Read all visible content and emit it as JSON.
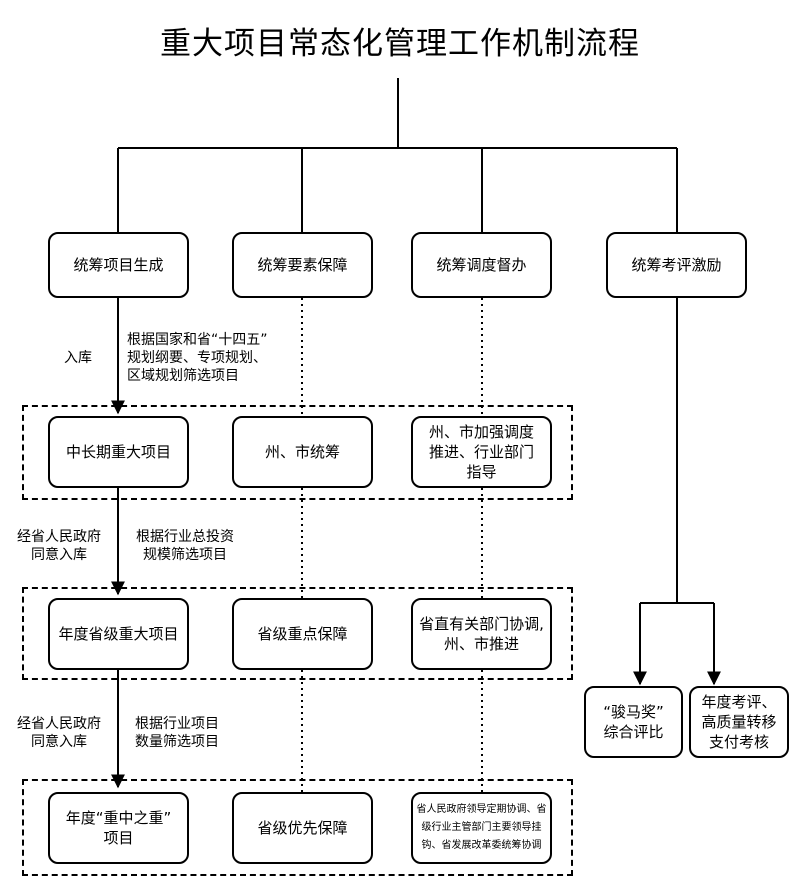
{
  "title": "重大项目常态化管理工作机制流程",
  "columns": [
    {
      "header": "统筹项目生成"
    },
    {
      "header": "统筹要素保障"
    },
    {
      "header": "统筹调度督办"
    },
    {
      "header": "统筹考评激励"
    }
  ],
  "rows": [
    [
      "中长期重大项目",
      "州、市统筹",
      "州、市加强调度\n推进、行业部门\n指导"
    ],
    [
      "年度省级重大项目",
      "省级重点保障",
      "省直有关部门协调,\n州、市推进"
    ],
    [
      "年度“重中之重”\n项目",
      "省级优先保障",
      "省人民政府领导定期协调、省\n级行业主管部门主要领导挂\n钩、省发展改革委统筹协调"
    ]
  ],
  "evaluation_outcomes": [
    "“骏马奖”\n综合评比",
    "年度考评、\n高质量转移\n支付考核"
  ],
  "transitions": [
    {
      "left": "入库",
      "right": "根据国家和省“十四五”\n规划纲要、专项规划、\n区域规划筛选项目"
    },
    {
      "left": "经省人民政府\n同意入库",
      "right": "根据行业总投资\n规模筛选项目"
    },
    {
      "left": "经省人民政府\n同意入库",
      "right": "根据行业项目\n数量筛选项目"
    }
  ]
}
